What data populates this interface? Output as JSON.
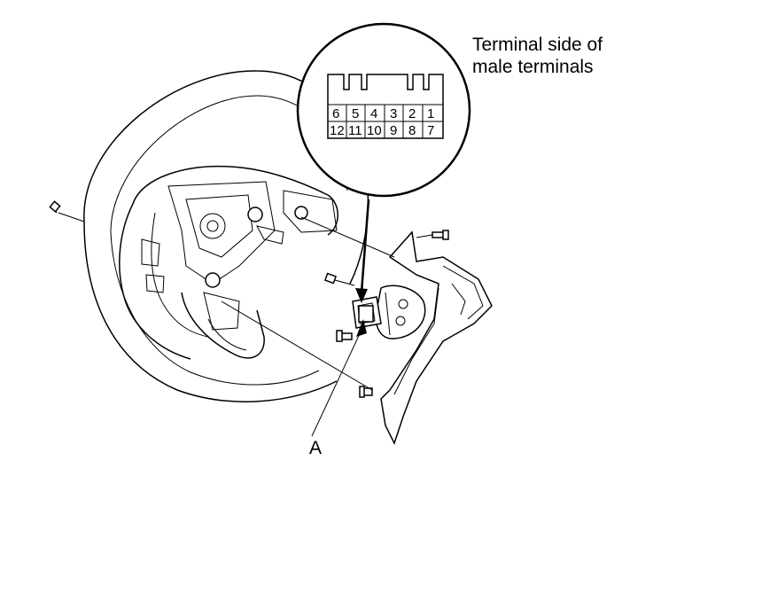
{
  "callout": {
    "title_line1": "Terminal side of",
    "title_line2": "male terminals"
  },
  "connector": {
    "row1": [
      "6",
      "5",
      "4",
      "3",
      "2",
      "1"
    ],
    "row2": [
      "12",
      "11",
      "10",
      "9",
      "8",
      "7"
    ]
  },
  "labels": {
    "a": "A"
  }
}
